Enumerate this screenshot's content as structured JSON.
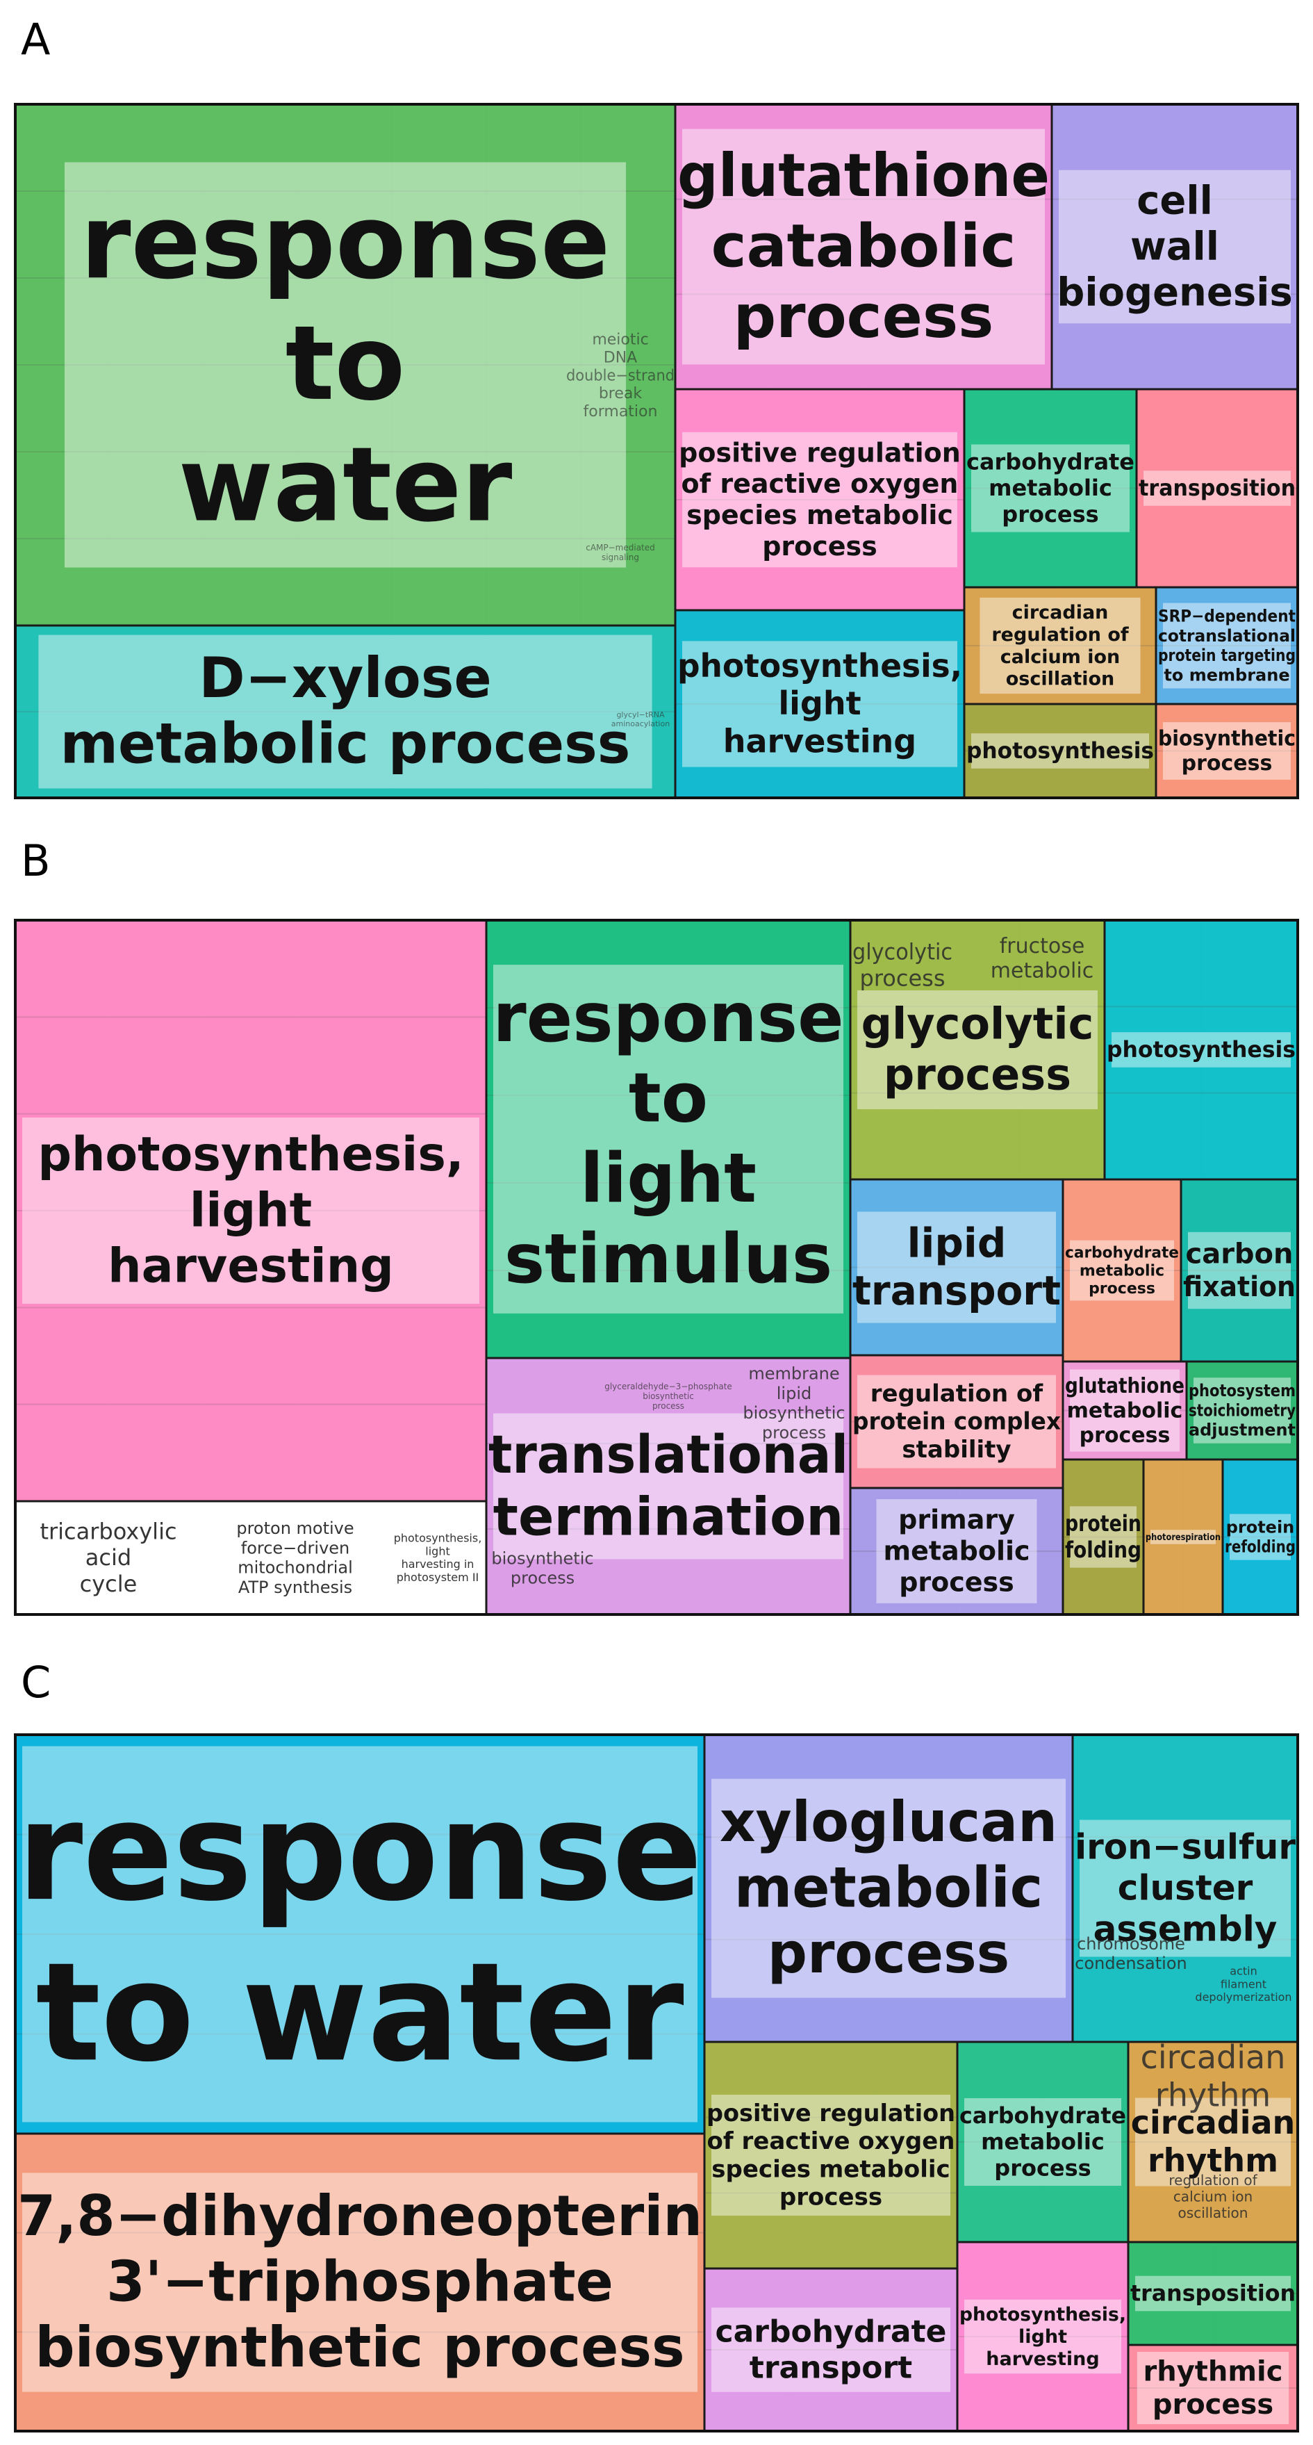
{
  "panels": [
    "A",
    "B",
    "C"
  ],
  "chart_data": [
    {
      "type": "treemap",
      "panel": "A",
      "groups": [
        {
          "label": "response to water",
          "color": "#5fbd62",
          "members": [
            "meiotic DNA double-strand break formation",
            "cAMP-mediated signaling"
          ]
        },
        {
          "label": "D-xylose metabolic process",
          "color": "#23c2b7",
          "members": [
            "glycyl-tRNA aminoacylation"
          ]
        },
        {
          "label": "glutathione catabolic process",
          "color": "#ee8fd8"
        },
        {
          "label": "cell wall biogenesis",
          "color": "#a99cea"
        },
        {
          "label": "positive regulation of reactive oxygen species metabolic process",
          "color": "#fe8bca"
        },
        {
          "label": "carbohydrate metabolic process",
          "color": "#25c18a"
        },
        {
          "label": "transposition",
          "color": "#fd8b9b"
        },
        {
          "label": "photosynthesis, light harvesting",
          "color": "#14bad0"
        },
        {
          "label": "circadian regulation of calcium ion oscillation",
          "color": "#d9a451"
        },
        {
          "label": "SRP-dependent cotranslational protein targeting to membrane",
          "color": "#5cb0e6"
        },
        {
          "label": "photosynthesis",
          "color": "#a4a844"
        },
        {
          "label": "biosynthetic process",
          "color": "#f8967c"
        }
      ]
    },
    {
      "type": "treemap",
      "panel": "B",
      "groups": [
        {
          "label": "photosynthesis, light harvesting",
          "color": "#fe8bc4",
          "members": [
            "tricarboxylic acid cycle",
            "proton motive force-driven mitochondrial ATP synthesis",
            "photosynthesis, light harvesting in photosystem II"
          ]
        },
        {
          "label": "response to light stimulus",
          "color": "#1fbf84"
        },
        {
          "label": "translational termination",
          "color": "#dd9ee8",
          "members": [
            "glyceraldehyde-3-phosphate biosynthetic process",
            "membrane lipid biosynthetic process",
            "biosynthetic process"
          ]
        },
        {
          "label": "glycolytic process",
          "color": "#9fbb4a",
          "members": [
            "glycolytic process",
            "fructose metabolic"
          ]
        },
        {
          "label": "photosynthesis",
          "color": "#12c1c9"
        },
        {
          "label": "lipid transport",
          "color": "#60b2e6"
        },
        {
          "label": "carbohydrate metabolic process",
          "color": "#f89a80"
        },
        {
          "label": "carbon fixation",
          "color": "#19bcab"
        },
        {
          "label": "regulation of protein complex stability",
          "color": "#f98d9f"
        },
        {
          "label": "glutathione metabolic process",
          "color": "#ee9ad5"
        },
        {
          "label": "photosystem stoichiometry adjustment",
          "color": "#2fb874"
        },
        {
          "label": "primary metabolic process",
          "color": "#a99ce8"
        },
        {
          "label": "protein folding",
          "color": "#a7a644"
        },
        {
          "label": "photorespiration",
          "color": "#dba554"
        },
        {
          "label": "protein refolding",
          "color": "#14b9d9"
        }
      ]
    },
    {
      "type": "treemap",
      "panel": "C",
      "groups": [
        {
          "label": "response to water",
          "color": "#0db4dd"
        },
        {
          "label": "7,8-dihydroneopterin 3'-triphosphate biosynthetic process",
          "color": "#f59b7d"
        },
        {
          "label": "xyloglucan metabolic process",
          "color": "#9c9ded"
        },
        {
          "label": "iron-sulfur cluster assembly",
          "color": "#1cc0c2",
          "members": [
            "chromosome condensation",
            "actin filament depolymerization"
          ]
        },
        {
          "label": "positive regulation of reactive oxygen species metabolic process",
          "color": "#a8b44b"
        },
        {
          "label": "carbohydrate metabolic process",
          "color": "#2ac18e"
        },
        {
          "label": "circadian rhythm",
          "color": "#d9a54f",
          "members": [
            "circadian rhythm",
            "regulation of calcium ion oscillation"
          ]
        },
        {
          "label": "carbohydrate transport",
          "color": "#df9ae8"
        },
        {
          "label": "photosynthesis, light harvesting",
          "color": "#fe8bd1"
        },
        {
          "label": "transposition",
          "color": "#35bd72"
        },
        {
          "label": "rhythmic process",
          "color": "#fd8da0"
        }
      ]
    }
  ]
}
